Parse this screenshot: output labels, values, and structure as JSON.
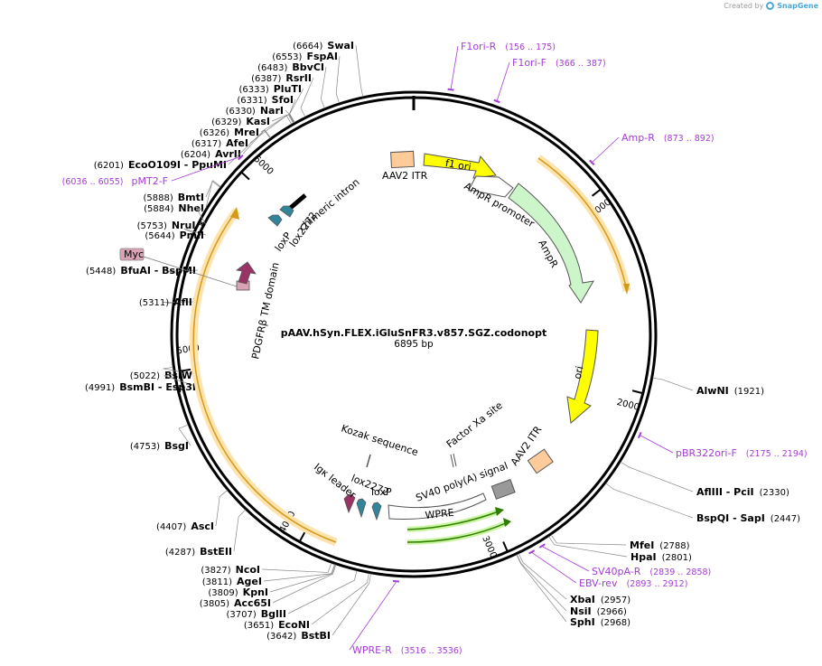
{
  "credit": {
    "created_by": "Created by",
    "brand": "SnapGene"
  },
  "plasmid": {
    "name": "pAAV.hSyn.FLEX.iGluSnFR3.v857.SGZ.codonopt",
    "length": 6895,
    "length_label": "6895 bp"
  },
  "ticks": [
    {
      "bp": 1000,
      "label": "1000"
    },
    {
      "bp": 2000,
      "label": "2000"
    },
    {
      "bp": 3000,
      "label": "3000"
    },
    {
      "bp": 4000,
      "label": "4000"
    },
    {
      "bp": 5000,
      "label": "5000"
    },
    {
      "bp": 6000,
      "label": "6000"
    }
  ],
  "sites": [
    {
      "pos": "(6664)",
      "name": "SwaI",
      "bp": 6664
    },
    {
      "pos": "(6553)",
      "name": "FspAI",
      "bp": 6553
    },
    {
      "pos": "(6483)",
      "name": "BbvCI",
      "bp": 6483
    },
    {
      "pos": "(6387)",
      "name": "RsrII",
      "bp": 6387
    },
    {
      "pos": "(6333)",
      "name": "PluTI",
      "bp": 6333
    },
    {
      "pos": "(6331)",
      "name": "SfoI",
      "bp": 6331
    },
    {
      "pos": "(6330)",
      "name": "NarI",
      "bp": 6330
    },
    {
      "pos": "(6329)",
      "name": "KasI",
      "bp": 6329
    },
    {
      "pos": "(6326)",
      "name": "MreI",
      "bp": 6326
    },
    {
      "pos": "(6317)",
      "name": "AfeI",
      "bp": 6317
    },
    {
      "pos": "(6204)",
      "name": "AvrII",
      "bp": 6204
    },
    {
      "pos": "(6201)",
      "name": "EcoO109I - PpuMI",
      "bp": 6201
    },
    {
      "pos": "(5888)",
      "name": "BmtI",
      "bp": 5888
    },
    {
      "pos": "(5884)",
      "name": "NheI",
      "bp": 5884
    },
    {
      "pos": "(5753)",
      "name": "NruI *",
      "bp": 5753
    },
    {
      "pos": "(5644)",
      "name": "PmlI",
      "bp": 5644
    },
    {
      "pos": "(5448)",
      "name": "BfuAI - BspMI",
      "bp": 5448
    },
    {
      "pos": "(5311)",
      "name": "AflII",
      "bp": 5311
    },
    {
      "pos": "(5022)",
      "name": "BsiWI",
      "bp": 5022
    },
    {
      "pos": "(4991)",
      "name": "BsmBI - Esp3I",
      "bp": 4991
    },
    {
      "pos": "(4753)",
      "name": "BsgI",
      "bp": 4753
    },
    {
      "pos": "(4407)",
      "name": "AscI",
      "bp": 4407
    },
    {
      "pos": "(4287)",
      "name": "BstEII",
      "bp": 4287
    },
    {
      "pos": "(3827)",
      "name": "NcoI",
      "bp": 3827
    },
    {
      "pos": "(3811)",
      "name": "AgeI",
      "bp": 3811
    },
    {
      "pos": "(3809)",
      "name": "KpnI",
      "bp": 3809
    },
    {
      "pos": "(3805)",
      "name": "Acc65I",
      "bp": 3805
    },
    {
      "pos": "(3707)",
      "name": "BglII",
      "bp": 3707
    },
    {
      "pos": "(3651)",
      "name": "EcoNI",
      "bp": 3651
    },
    {
      "pos": "(3642)",
      "name": "BstBI",
      "bp": 3642
    },
    {
      "pos": "(1921)",
      "name": "AlwNI",
      "bp": 1921
    },
    {
      "pos": "(2330)",
      "name": "AflIII - PciI",
      "bp": 2330
    },
    {
      "pos": "(2447)",
      "name": "BspQI - SapI",
      "bp": 2447
    },
    {
      "pos": "(2788)",
      "name": "MfeI",
      "bp": 2788
    },
    {
      "pos": "(2801)",
      "name": "HpaI",
      "bp": 2801
    },
    {
      "pos": "(2957)",
      "name": "XbaI",
      "bp": 2957
    },
    {
      "pos": "(2966)",
      "name": "NsiI",
      "bp": 2966
    },
    {
      "pos": "(2968)",
      "name": "SphI",
      "bp": 2968
    }
  ],
  "primers": [
    {
      "name": "F1ori-R",
      "range": "(156 .. 175)",
      "bp": 165
    },
    {
      "name": "F1ori-F",
      "range": "(366 .. 387)",
      "bp": 376
    },
    {
      "name": "Amp-R",
      "range": "(873 .. 892)",
      "bp": 882
    },
    {
      "name": "pBR322ori-F",
      "range": "(2175 .. 2194)",
      "bp": 2184
    },
    {
      "name": "SV40pA-R",
      "range": "(2839 .. 2858)",
      "bp": 2848
    },
    {
      "name": "EBV-rev",
      "range": "(2893 .. 2912)",
      "bp": 2902
    },
    {
      "name": "WPRE-R",
      "range": "(3516 .. 3536)",
      "bp": 3526
    },
    {
      "name": "pMT2-F",
      "range": "(6036 .. 6055)",
      "bp": 6045
    }
  ],
  "features": {
    "aav2_itr_top": "AAV2 ITR",
    "f1_ori": "f1 ori",
    "ampr_promoter": "AmpR promoter",
    "ampr": "AmpR",
    "ori": "ori",
    "aav2_itr_bottom": "AAV2 ITR",
    "factor_xa": "Factor Xa site",
    "sv40_polya": "SV40 poly(A) signal",
    "wpre": "WPRE",
    "kozak": "Kozak sequence",
    "igk_leader": "Igκ leader",
    "lox2272_bottom": "lox2272",
    "loxp_bottom": "loxP",
    "myc": "Myc",
    "pdgfrb": "PDGFRβ TM domain",
    "chimeric_intron": "chimeric intron",
    "loxp_top": "loxP",
    "lox2272_top": "lox2272"
  },
  "colors": {
    "f1_ori": "#ffff00",
    "ori": "#ffff00",
    "ampr": "#ccf5c9",
    "itr": "#ffcc99",
    "lox": "#31849b",
    "tm": "#993366",
    "myc": "#d9a3b6",
    "sv40": "#999999",
    "primer": "#a63cd6",
    "orf_halo": "#fde3ad",
    "orf_line": "#d39a1b",
    "wpre_arrow": "#2f7d00",
    "wpre_halo": "#c9f5a0"
  }
}
